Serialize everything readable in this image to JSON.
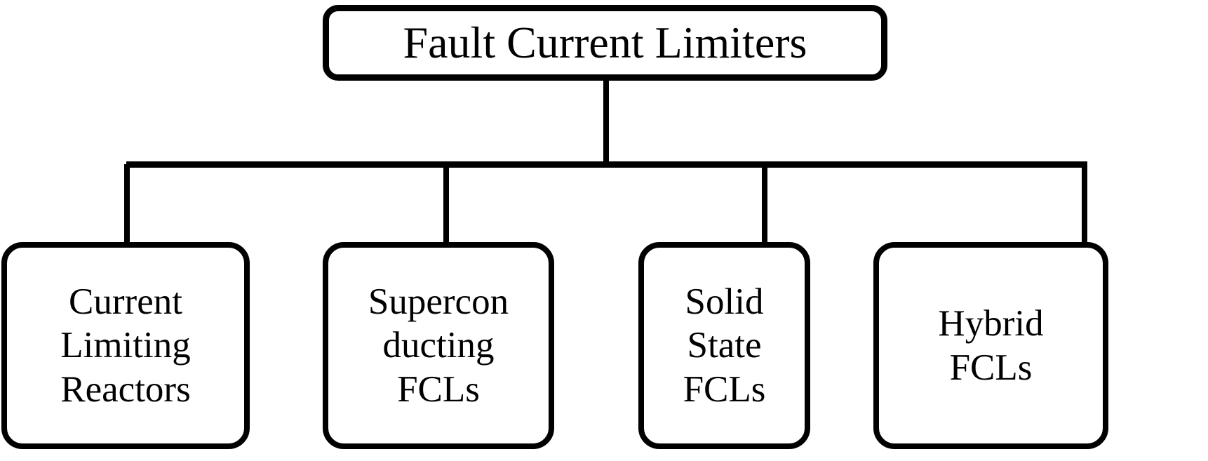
{
  "diagram": {
    "type": "hierarchy-tree",
    "orientation": "top-down",
    "levels": 2,
    "colors": {
      "stroke": "#000000",
      "fill": "#FFFFFF",
      "text": "#000000"
    },
    "root": {
      "id": "fault-current-limiters",
      "label": "Fault Current Limiters",
      "lines": [
        "Fault Current Limiters"
      ]
    },
    "children": [
      {
        "id": "current-limiting-reactors",
        "label": "Current Limiting Reactors",
        "lines": [
          "Current",
          "Limiting",
          "Reactors"
        ]
      },
      {
        "id": "superconducting-fcls",
        "label": "Superconducting FCLs",
        "lines": [
          "Supercon",
          "ducting",
          "FCLs"
        ]
      },
      {
        "id": "solid-state-fcls",
        "label": "Solid State FCLs",
        "lines": [
          "Solid",
          "State",
          "FCLs"
        ]
      },
      {
        "id": "hybrid-fcls",
        "label": "Hybrid FCLs",
        "lines": [
          "Hybrid",
          "FCLs"
        ]
      }
    ]
  }
}
